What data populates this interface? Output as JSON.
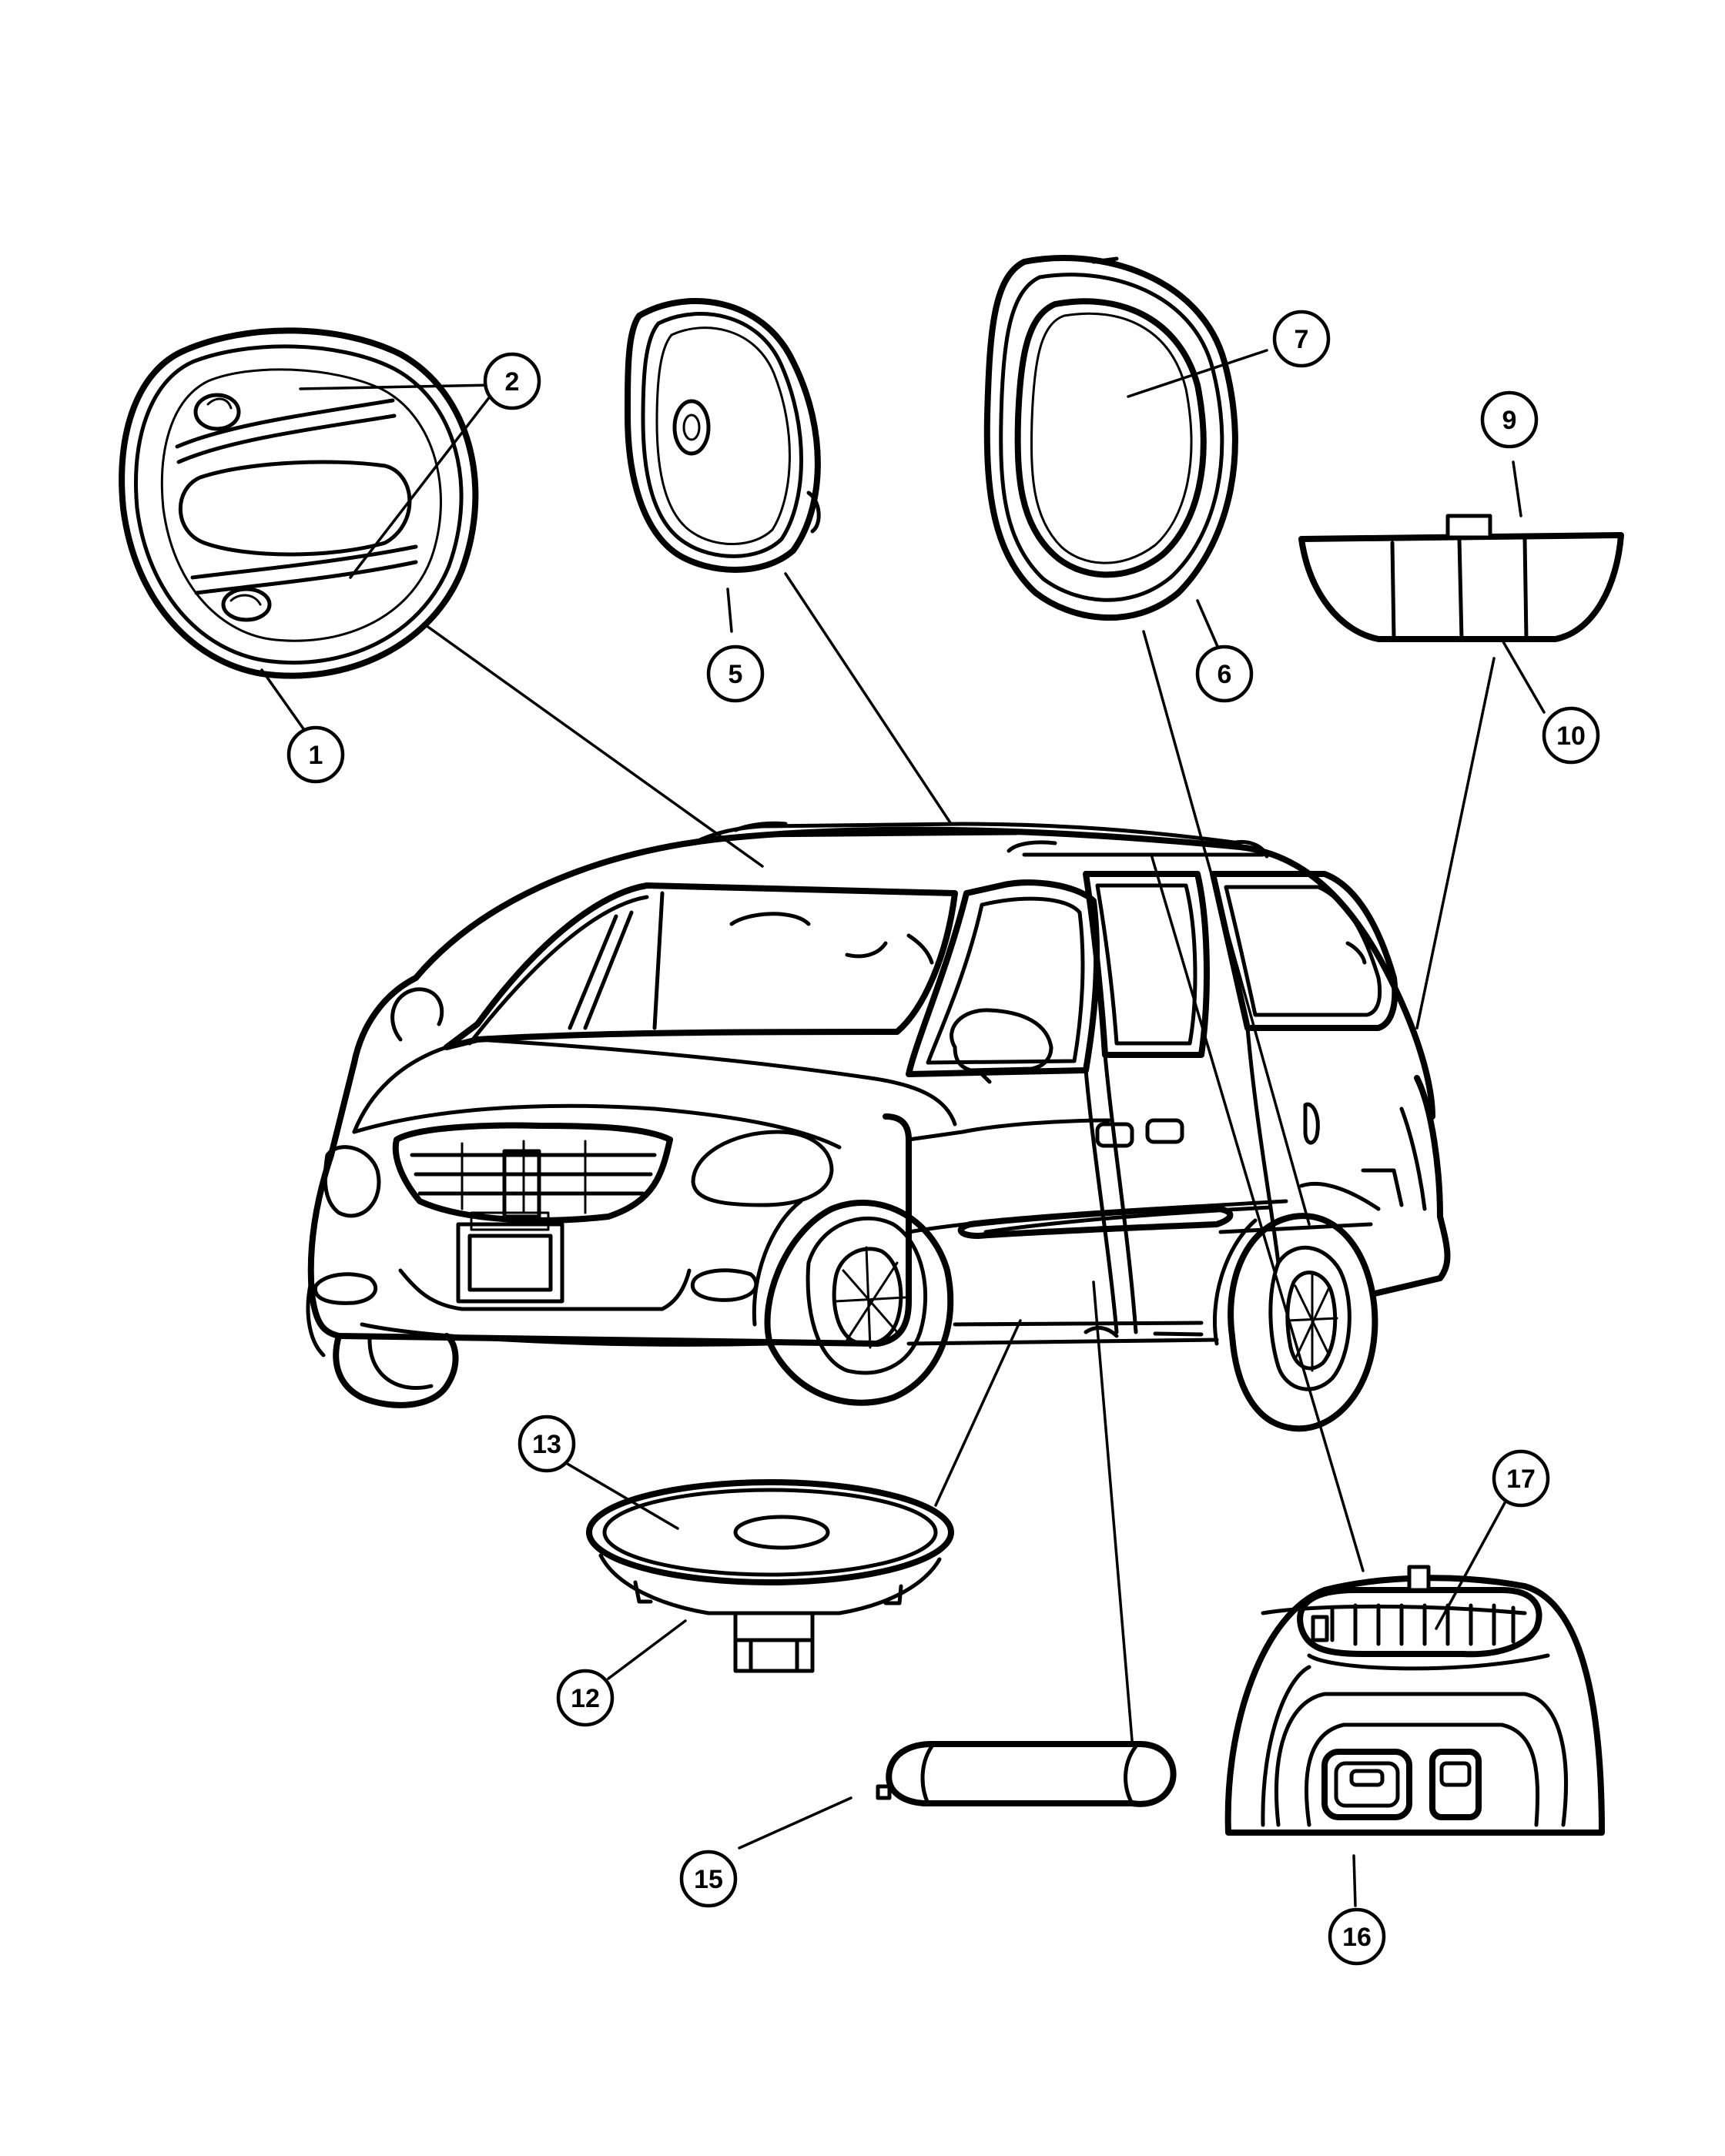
{
  "callouts": [
    {
      "id": "c1",
      "label": "1"
    },
    {
      "id": "c2",
      "label": "2"
    },
    {
      "id": "c5",
      "label": "5"
    },
    {
      "id": "c6",
      "label": "6"
    },
    {
      "id": "c7",
      "label": "7"
    },
    {
      "id": "c9",
      "label": "9"
    },
    {
      "id": "c10",
      "label": "10"
    },
    {
      "id": "c12",
      "label": "12"
    },
    {
      "id": "c13",
      "label": "13"
    },
    {
      "id": "c15",
      "label": "15"
    },
    {
      "id": "c16",
      "label": "16"
    },
    {
      "id": "c17",
      "label": "17"
    }
  ]
}
